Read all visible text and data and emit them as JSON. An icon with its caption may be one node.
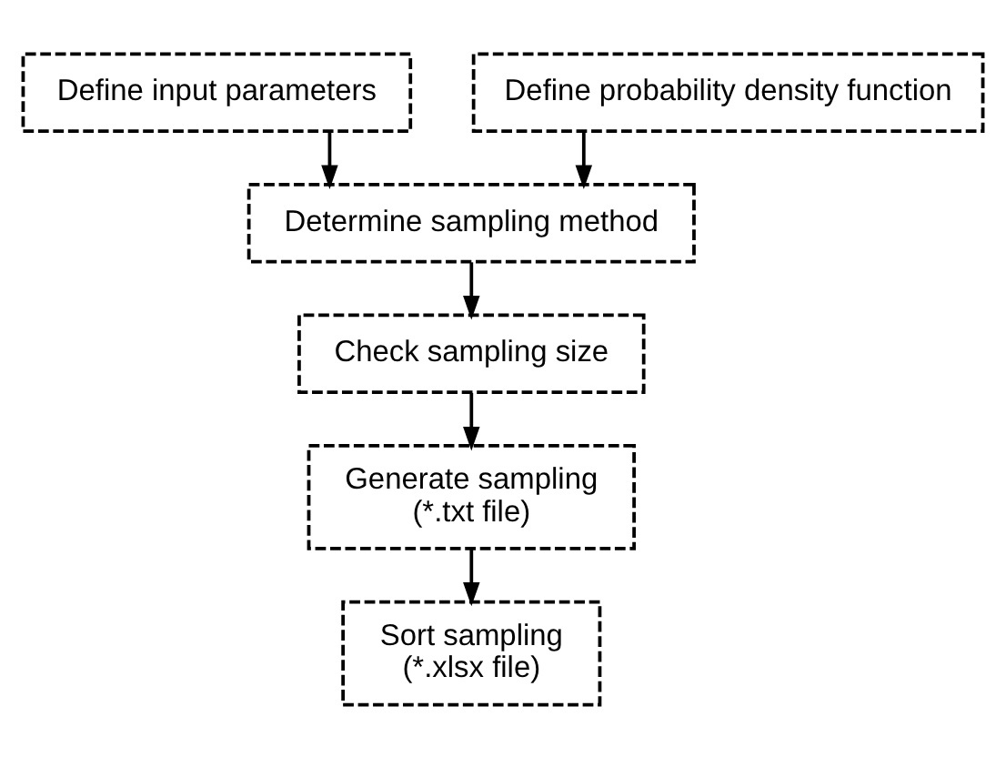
{
  "diagram": {
    "nodes": [
      {
        "text": [
          "Define input parameters"
        ]
      },
      {
        "text": [
          "Define probability density function"
        ]
      },
      {
        "text": [
          "Determine sampling method"
        ]
      },
      {
        "text": [
          "Check sampling size"
        ]
      },
      {
        "text": [
          "Generate sampling",
          "(*.txt file)"
        ]
      },
      {
        "text": [
          "Sort sampling",
          "(*.xlsx file)"
        ]
      }
    ],
    "edges": [
      {
        "from": 0,
        "to": 2,
        "arrow": "to"
      },
      {
        "from": 1,
        "to": 2,
        "arrow": "to"
      },
      {
        "from": 2,
        "to": 3,
        "arrow": "to"
      },
      {
        "from": 3,
        "to": 4,
        "arrow": "to"
      },
      {
        "from": 4,
        "to": 5,
        "arrow": "to"
      }
    ]
  }
}
